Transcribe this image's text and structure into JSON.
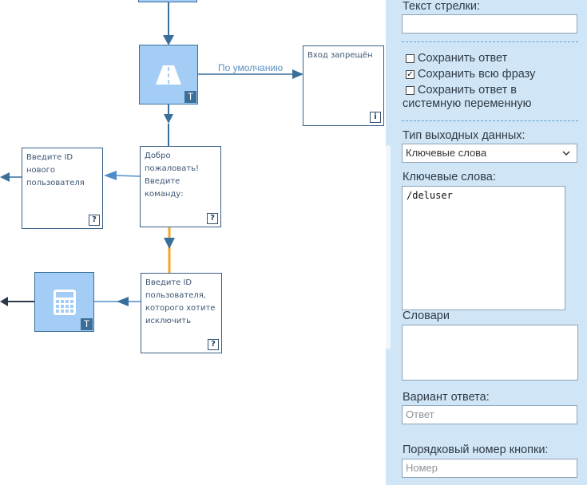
{
  "canvas": {
    "edge_default_label": "По умолчанию",
    "nodes": {
      "access_denied": "Вход запрещён",
      "welcome": [
        "Добро",
        "пожаловать!",
        "Введите",
        "команду:"
      ],
      "new_user_id": [
        "Введите ID",
        "нового",
        "пользователя"
      ],
      "exclude_user_id": [
        "Введите ID",
        "пользователя,",
        "которого хотите",
        "исключить"
      ]
    },
    "badges": {
      "question": "?",
      "info": "i",
      "text": "T"
    }
  },
  "panel": {
    "arrow_text_label": "Текст стрелки:",
    "arrow_text_value": "",
    "checkboxes": [
      {
        "label": "Сохранить ответ",
        "checked": false
      },
      {
        "label": "Сохранить всю фразу",
        "checked": true
      },
      {
        "label_line1": "Сохранить ответ в",
        "label_line2": "системную переменную",
        "checked": false
      }
    ],
    "output_type_label": "Тип выходных данных:",
    "output_type_value": "Ключевые слова",
    "keywords_label": "Ключевые слова:",
    "keywords_value": "/deluser",
    "dictionaries_label": "Словари",
    "answer_variant_label": "Вариант ответа:",
    "answer_variant_placeholder": "Ответ",
    "button_number_label": "Порядковый номер кнопки:",
    "button_number_placeholder": "Номер"
  }
}
